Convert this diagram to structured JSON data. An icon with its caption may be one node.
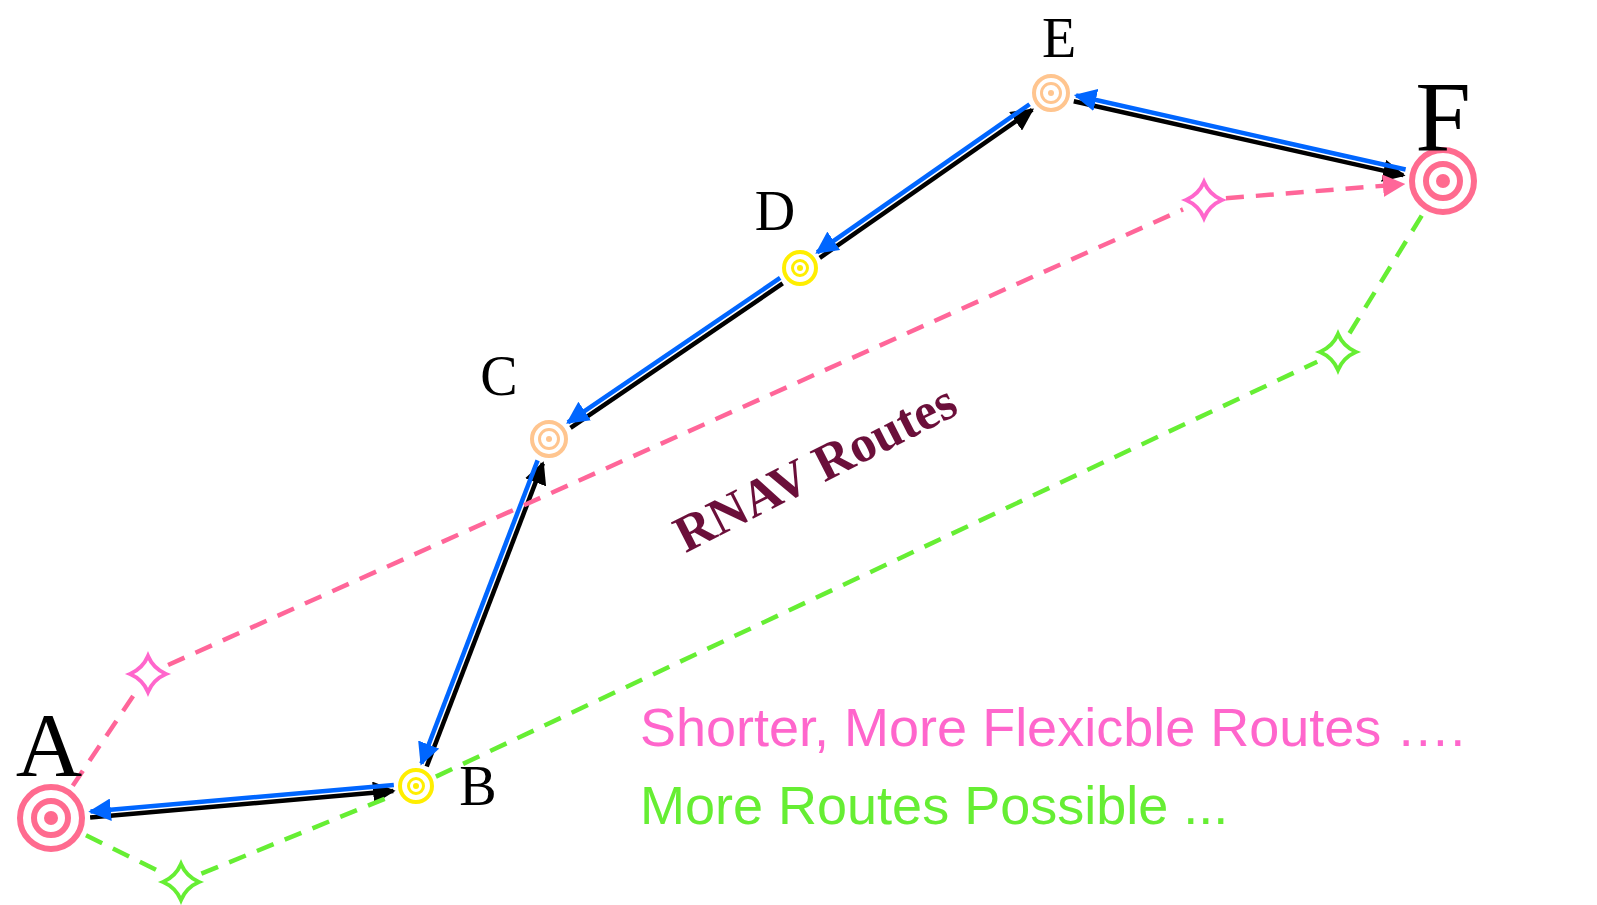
{
  "diagram": {
    "nodes": [
      {
        "text": [
          "A"
        ]
      },
      {
        "text": [
          "B"
        ]
      },
      {
        "text": [
          "C"
        ]
      },
      {
        "text": [
          "D"
        ]
      },
      {
        "text": [
          "E"
        ]
      },
      {
        "text": [
          "F"
        ]
      },
      {
        "text": [],
        "shape": "star"
      },
      {
        "text": [],
        "shape": "star"
      },
      {
        "text": [],
        "shape": "star"
      },
      {
        "text": [],
        "shape": "star"
      }
    ],
    "edges": [
      {
        "from": 0,
        "to": 1,
        "arrow": "to",
        "color": "#000000"
      },
      {
        "from": 1,
        "to": 2,
        "arrow": "to",
        "color": "#000000"
      },
      {
        "from": 2,
        "to": 3,
        "arrow": "none",
        "color": "#000000"
      },
      {
        "from": 3,
        "to": 4,
        "arrow": "to",
        "color": "#000000"
      },
      {
        "from": 4,
        "to": 5,
        "arrow": "to",
        "color": "#000000"
      },
      {
        "from": 5,
        "to": 4,
        "arrow": "to",
        "color": "#0066ff"
      },
      {
        "from": 4,
        "to": 3,
        "arrow": "to",
        "color": "#0066ff"
      },
      {
        "from": 3,
        "to": 2,
        "arrow": "to",
        "color": "#0066ff"
      },
      {
        "from": 2,
        "to": 1,
        "arrow": "to",
        "color": "#0066ff"
      },
      {
        "from": 1,
        "to": 0,
        "arrow": "to",
        "color": "#0066ff"
      },
      {
        "from": 0,
        "to": 6,
        "arrow": "none",
        "style": "dashed",
        "color": "#ff6699"
      },
      {
        "from": 6,
        "to": 7,
        "arrow": "none",
        "style": "dashed",
        "color": "#ff6699"
      },
      {
        "from": 7,
        "to": 5,
        "arrow": "to",
        "style": "dashed",
        "color": "#ff6699"
      },
      {
        "from": 0,
        "to": 8,
        "arrow": "none",
        "style": "dashed",
        "color": "#66ee33"
      },
      {
        "from": 8,
        "to": 1,
        "arrow": "none",
        "style": "dashed",
        "color": "#66ee33"
      },
      {
        "from": 1,
        "to": 9,
        "arrow": "none",
        "style": "dashed",
        "color": "#66ee33"
      },
      {
        "from": 9,
        "to": 5,
        "arrow": "none",
        "style": "dashed",
        "color": "#66ee33"
      }
    ],
    "labels": [
      "RNAV Routes",
      "Shorter, More Flexicble Routes ….",
      "More Routes Possible ..."
    ]
  }
}
